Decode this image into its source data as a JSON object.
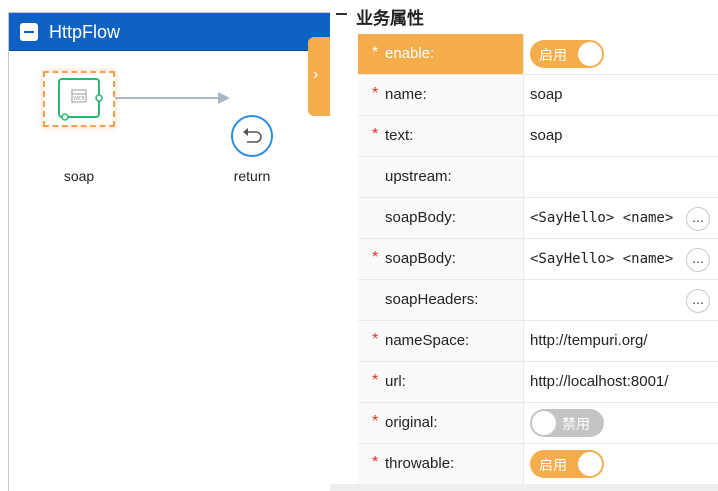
{
  "flow": {
    "title": "HttpFlow",
    "nodes": [
      {
        "label": "soap",
        "icon": "web-service-icon"
      },
      {
        "label": "return",
        "icon": "return-icon"
      }
    ]
  },
  "panel": {
    "section_title": "业务属性",
    "expand_glyph": "›",
    "properties": [
      {
        "label": "enable:",
        "required": true,
        "type": "switch",
        "switch_on": true,
        "switch_text": "启用",
        "active": true
      },
      {
        "label": "name:",
        "required": true,
        "type": "text",
        "value": "soap"
      },
      {
        "label": "text:",
        "required": true,
        "type": "text",
        "value": "soap"
      },
      {
        "label": "upstream:",
        "required": false,
        "type": "text",
        "value": ""
      },
      {
        "label": "soapBody:",
        "required": false,
        "type": "code",
        "value": "<SayHello>  <name>",
        "more": "..."
      },
      {
        "label": "soapBody:",
        "required": true,
        "type": "code",
        "value": "<SayHello> <name>",
        "more": "..."
      },
      {
        "label": "soapHeaders:",
        "required": false,
        "type": "code",
        "value": "",
        "more": "..."
      },
      {
        "label": "nameSpace:",
        "required": true,
        "type": "text",
        "value": "http://tempuri.org/"
      },
      {
        "label": "url:",
        "required": true,
        "type": "text",
        "value": "http://localhost:8001/"
      },
      {
        "label": "original:",
        "required": true,
        "type": "switch",
        "switch_on": false,
        "switch_text": "禁用"
      },
      {
        "label": "throwable:",
        "required": true,
        "type": "switch",
        "switch_on": true,
        "switch_text": "启用"
      }
    ]
  },
  "colors": {
    "header_blue": "#0e62c4",
    "accent_orange": "#f5ad4c",
    "node_green": "#2bb673",
    "return_blue": "#2f8de4",
    "required_red": "#e0302a"
  }
}
